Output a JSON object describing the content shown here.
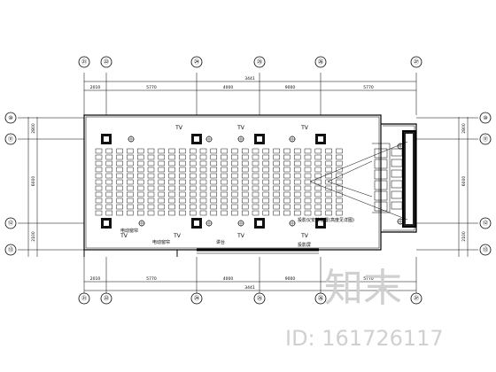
{
  "axes_top": [
    "㉑",
    "㉒",
    "㉔",
    "㉕",
    "㉖",
    "㉗"
  ],
  "axes_side": [
    "⑩",
    "⑪",
    "⑫",
    "⑬"
  ],
  "dim_top_total": "3441",
  "dim_top_parts": [
    "2010",
    "5770",
    "4000",
    "9000",
    "5770"
  ],
  "dim_bottom_total": "3441",
  "dim_bottom_parts": [
    "2010",
    "5770",
    "4000",
    "9000",
    "5770"
  ],
  "dim_left_parts": [
    "2800",
    "6000",
    "2100"
  ],
  "dim_right_parts": [
    "2800",
    "6000",
    "2100"
  ],
  "tv_label": "TV",
  "notes": {
    "projector": "投影屏",
    "curtain_a": "电动窗帘",
    "curtain_b": "电动窗帘",
    "stage_note": "讲台",
    "equipment": "投影仪安装位置(高度见详图)"
  },
  "watermark": {
    "logo": "知末",
    "id_text": "ID: 161726117"
  }
}
